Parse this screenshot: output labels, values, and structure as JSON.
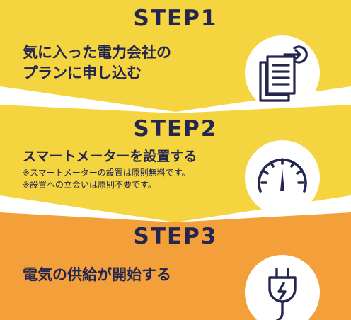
{
  "colors": {
    "yellow": "#F5D53F",
    "orange": "#F3A03A",
    "navy": "#242650",
    "white": "#FFFFFF"
  },
  "steps": [
    {
      "title": "STEP1",
      "desc_lines": [
        "気に入った電力会社の",
        "プランに申し込む"
      ],
      "notes": [],
      "icon": "document-arrow-in-icon"
    },
    {
      "title": "STEP2",
      "desc_lines": [
        "スマートメーターを設置する"
      ],
      "notes": [
        "※スマートメーターの設置は原則無料です。",
        "※設置への立会いは原則不要です。"
      ],
      "icon": "meter-gauge-icon"
    },
    {
      "title": "STEP3",
      "desc_lines": [
        "電気の供給が開始する"
      ],
      "notes": [],
      "icon": "power-plug-icon"
    }
  ]
}
